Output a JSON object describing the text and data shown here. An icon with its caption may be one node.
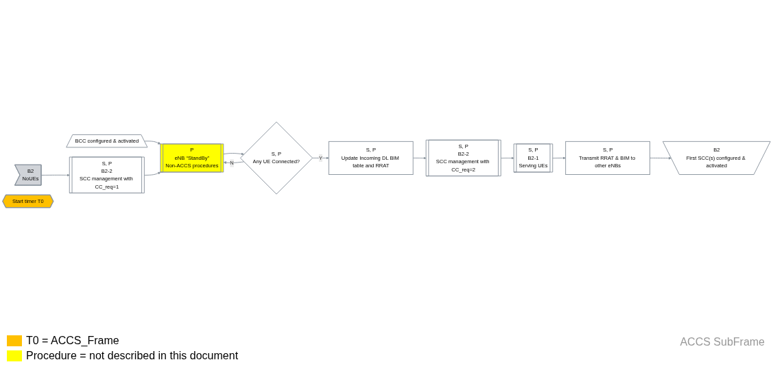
{
  "diagram": {
    "nodes": [
      {
        "text": [
          "BCC configured & activated"
        ]
      },
      {
        "text": [
          "P",
          "eNB “StandBy”",
          "Non-ACCS procedures"
        ]
      },
      {
        "text": [
          "S, P",
          "B2-2",
          "SCC management with CC_req=1"
        ]
      },
      {
        "text": [
          "B2",
          "NoUEs"
        ]
      },
      {
        "text": [
          "Start timer T0"
        ]
      },
      {
        "text": [
          "S, P",
          "Any UE Connected?"
        ]
      },
      {
        "text": [
          "S, P",
          "Update Incoming DL BIM table and RRAT"
        ]
      },
      {
        "text": [
          "S, P",
          "B2-2",
          "SCC management with CC_req=2"
        ]
      },
      {
        "text": [
          "S, P",
          "B2-1",
          "Serving UEs"
        ]
      },
      {
        "text": [
          "S, P",
          "Transmit RRAT & BIM to other eNBs"
        ]
      },
      {
        "text": [
          "B2",
          "First SCC(s) configured & activated"
        ]
      }
    ],
    "edges": [
      {
        "from": 0,
        "to": 1,
        "arrow": "to"
      },
      {
        "from": 3,
        "to": 2,
        "arrow": "to"
      },
      {
        "from": 2,
        "to": 1,
        "arrow": "to"
      },
      {
        "from": 1,
        "to": 5,
        "arrow": "to"
      },
      {
        "from": 5,
        "to": 1,
        "arrow": "to",
        "label": "N"
      },
      {
        "from": 5,
        "to": 6,
        "arrow": "to",
        "label": "Y"
      },
      {
        "from": 6,
        "to": 7,
        "arrow": "to"
      },
      {
        "from": 7,
        "to": 8,
        "arrow": "to"
      },
      {
        "from": 8,
        "to": 9,
        "arrow": "to"
      },
      {
        "from": 9,
        "to": 10,
        "arrow": "to"
      }
    ],
    "labels": [
      "ACCS SubFrame"
    ],
    "legend": [
      {
        "text": "T0 = ACCS_Frame",
        "color": "#ffc000"
      },
      {
        "text": "Procedure = not described in this document",
        "color": "#ffff00"
      }
    ]
  }
}
